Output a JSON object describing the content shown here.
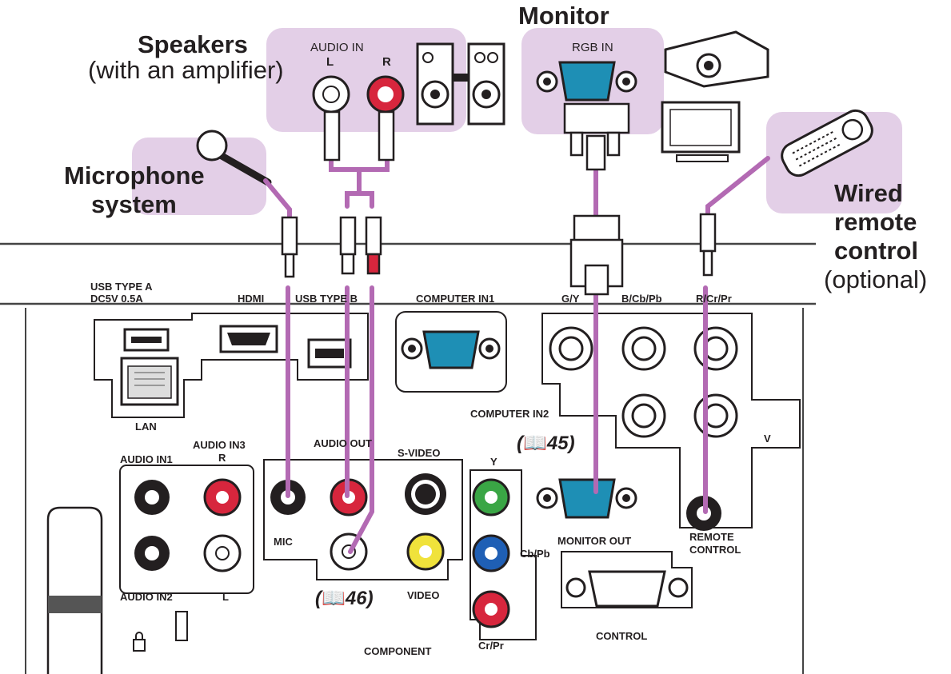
{
  "labels": {
    "speakers": "Speakers",
    "speakers_sub": "(with an amplifier)",
    "monitor": "Monitor",
    "microphone": "Microphone",
    "microphone_sub": "system",
    "wired": "Wired",
    "remote": "remote",
    "control": "control",
    "optional": "(optional)",
    "audio_in": "AUDIO IN",
    "l": "L",
    "r": "R",
    "rgb_in": "RGB IN",
    "usb_type_a": "USB TYPE A",
    "dc5v": "DC5V 0.5A",
    "hdmi": "HDMI",
    "usb_type_b": "USB TYPE B",
    "computer_in1": "COMPUTER IN1",
    "gy": "G/Y",
    "bcbpb": "B/Cb/Pb",
    "rcrpr": "R/Cr/Pr",
    "lan": "LAN",
    "computer_in2": "COMPUTER IN2",
    "v": "V",
    "book": "📖",
    "ref45": "45",
    "ref46": "46",
    "audio_in1": "AUDIO IN1",
    "audio_in2": "AUDIO IN2",
    "audio_in3": "AUDIO IN3",
    "audio_out": "AUDIO OUT",
    "s_video": "S-VIDEO",
    "y": "Y",
    "mic": "MIC",
    "monitor_out": "MONITOR OUT",
    "remote_ctrl_1": "REMOTE",
    "remote_ctrl_2": "CONTROL",
    "cbpb": "Cb/Pb",
    "video": "VIDEO",
    "control_port": "CONTROL",
    "component": "COMPONENT",
    "crpr": "Cr/Pr"
  },
  "colors": {
    "pad": "#e3cfe7",
    "cable": "#b36ab3",
    "dsub": "#1e8fb5",
    "red_jack": "#d7263d",
    "green_jack": "#3aa645",
    "blue_jack": "#1f5fb5",
    "yellow_jack": "#f0e23b",
    "reference": "#1e73b9"
  }
}
